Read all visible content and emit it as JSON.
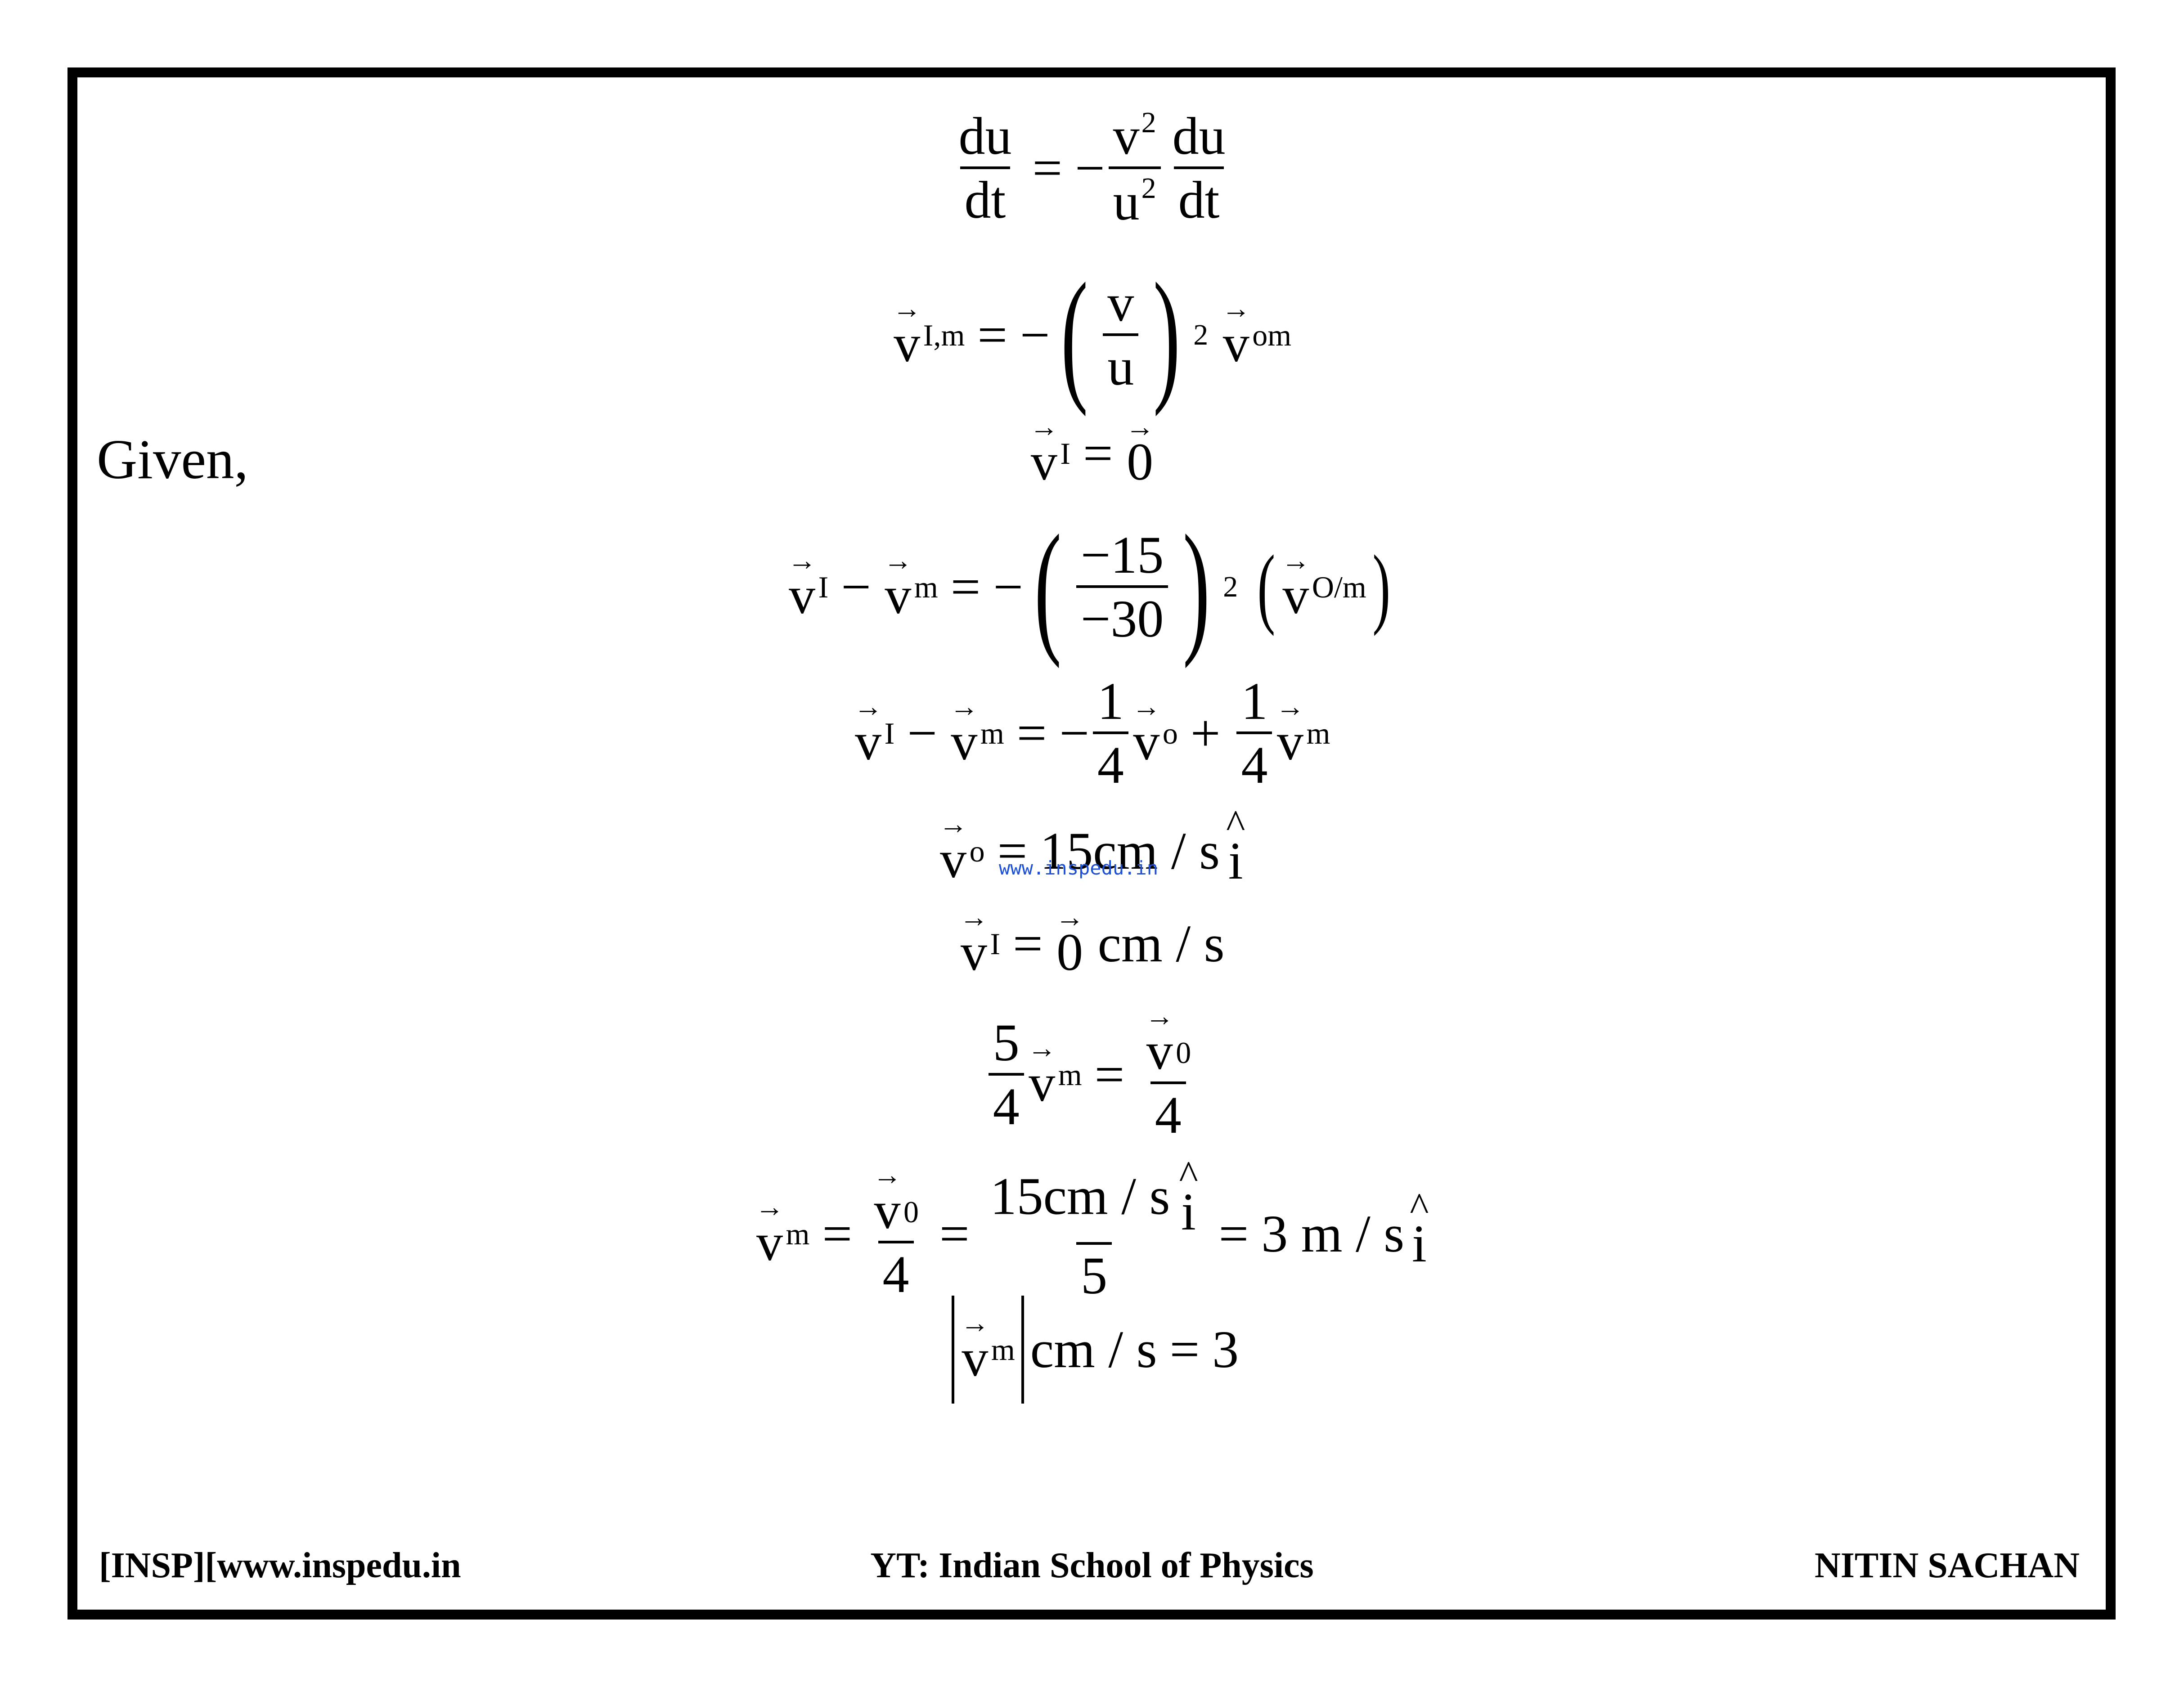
{
  "given_label": "Given,",
  "equations": {
    "e1": {
      "lhs_num": "du",
      "lhs_den": "dt",
      "eq": "=",
      "minus": "−",
      "mid_num": "v",
      "mid_num_sup": "2",
      "mid_den": "u",
      "mid_den_sup": "2",
      "rhs_num": "du",
      "rhs_den": "dt"
    },
    "e2": {
      "v": "v",
      "sub1": "I,m",
      "eq": "=",
      "minus": "−",
      "frac_num": "v",
      "frac_den": "u",
      "sup": "2",
      "v2": "v",
      "sub2": "om"
    },
    "e3": {
      "v": "v",
      "sub": "I",
      "eq": "=",
      "zero": "0"
    },
    "e4": {
      "v1": "v",
      "sub1": "I",
      "minus": "−",
      "v2": "v",
      "sub2": "m",
      "eq": "=",
      "neg": "−",
      "num": "−15",
      "den": "−30",
      "sup": "2",
      "v3": "v",
      "sub3": "O/m"
    },
    "e5": {
      "v1": "v",
      "sub1": "I",
      "minus": "−",
      "v2": "v",
      "sub2": "m",
      "eq": "=",
      "neg": "−",
      "f1_num": "1",
      "f1_den": "4",
      "v3": "v",
      "sub3": "o",
      "plus": "+",
      "f2_num": "1",
      "f2_den": "4",
      "v4": "v",
      "sub4": "m"
    },
    "e6": {
      "v": "v",
      "sub": "o",
      "eq": "=",
      "val": "15cm / s",
      "hat": "i"
    },
    "e7": {
      "v": "v",
      "sub": "I",
      "eq": "=",
      "zero": "0",
      "unit": "cm / s"
    },
    "e8": {
      "f_num": "5",
      "f_den": "4",
      "v": "v",
      "sub": "m",
      "eq": "=",
      "rv": "v",
      "rsub": "0",
      "r_den": "4"
    },
    "e9": {
      "v": "v",
      "sub": "m",
      "eq1": "=",
      "fv": "v",
      "fsub": "0",
      "f_den": "4",
      "eq2": "=",
      "g_num": "15cm / s",
      "g_hat": "i",
      "g_den": "5",
      "eq3": "=",
      "result": "3 m / s",
      "hat": "i"
    },
    "e10": {
      "v": "v",
      "sub": "m",
      "unit": "cm / s",
      "eq": "=",
      "val": "3"
    }
  },
  "watermark": "www.inspedu.in",
  "footer": {
    "left": "[INSP][www.inspedu.in",
    "center": "YT: Indian School of Physics",
    "right": "NITIN SACHAN"
  }
}
